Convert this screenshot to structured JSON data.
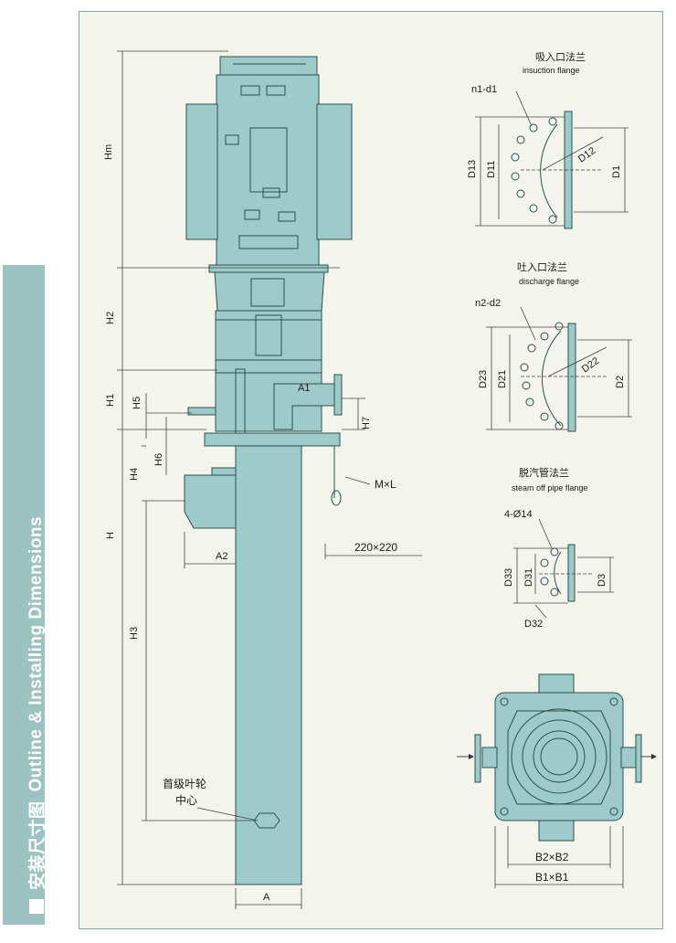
{
  "side_title": {
    "cn": "安装尺寸图",
    "en": "Outline & Installing Dimensions"
  },
  "labels": {
    "Hm": "Hm",
    "H2": "H2",
    "H1": "H1",
    "H5": "H5",
    "H7": "H7",
    "H4": "H4",
    "H6": "H6",
    "H": "H",
    "H3": "H3",
    "A1": "A1",
    "A2": "A2",
    "A": "A",
    "ML": "M×L",
    "pit": "220×220",
    "impeller_cn_1": "首级叶轮",
    "impeller_cn_2": "中心"
  },
  "suction_flange": {
    "title_cn": "吸入口法兰",
    "title_en": "insuction flange",
    "holes": "n1-d1",
    "D13": "D13",
    "D11": "D11",
    "D12": "D12",
    "D1": "D1"
  },
  "discharge_flange": {
    "title_cn": "吐入口法兰",
    "title_en": "discharge flange",
    "holes": "n2-d2",
    "D23": "D23",
    "D21": "D21",
    "D22": "D22",
    "D2": "D2"
  },
  "steam_flange": {
    "title_cn": "脱汽管法兰",
    "title_en": "steam off pipe flange",
    "holes": "4-Ø14",
    "D33": "D33",
    "D31": "D31",
    "D3": "D3",
    "D32": "D32"
  },
  "plan_view": {
    "B2": "B2×B2",
    "B1": "B1×B1"
  },
  "colors": {
    "body": "#9ccbc9",
    "line": "#2e4f4d",
    "dim": "#444444",
    "frame_bg": "#f3f5ec",
    "side_tab": "#9cc3c1"
  }
}
